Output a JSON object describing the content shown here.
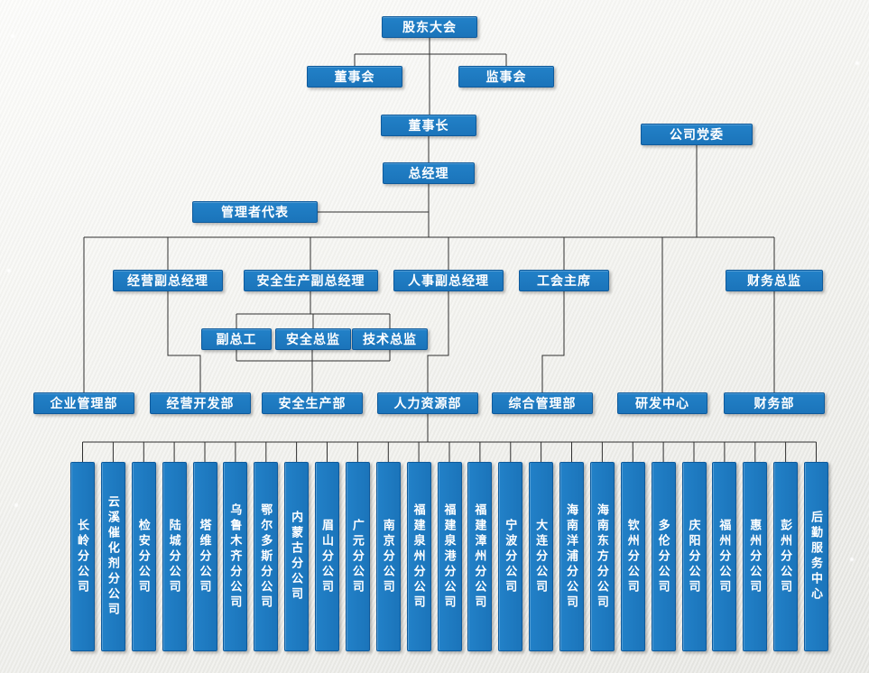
{
  "nodes": {
    "shareholders_meeting": "股东大会",
    "board_of_directors": "董事会",
    "supervisory_board": "监事会",
    "chairman": "董事长",
    "party_committee": "公司党委",
    "general_manager": "总经理",
    "management_representative": "管理者代表",
    "deputy_gm_operations": "经营副总经理",
    "deputy_gm_safety": "安全生产副总经理",
    "deputy_gm_hr": "人事副总经理",
    "union_chairman": "工会主席",
    "finance_director": "财务总监",
    "deputy_chief_engineer": "副总工",
    "safety_director": "安全总监",
    "technical_director": "技术总监",
    "enterprise_management_dept": "企业管理部",
    "business_development_dept": "经营开发部",
    "safety_production_dept": "安全生产部",
    "human_resources_dept": "人力资源部",
    "general_management_dept": "综合管理部",
    "rd_center": "研发中心",
    "finance_dept": "财务部"
  },
  "branches": [
    "长岭分公司",
    "云溪催化剂分公司",
    "检安分公司",
    "陆城分公司",
    "塔维分公司",
    "乌鲁木齐分公司",
    "鄂尔多斯分公司",
    "内蒙古分公司",
    "眉山分公司",
    "广元分公司",
    "南京分公司",
    "福建泉州分公司",
    "福建泉港分公司",
    "福建漳州分公司",
    "宁波分公司",
    "大连分公司",
    "海南洋浦分公司",
    "海南东方分公司",
    "钦州分公司",
    "多伦分公司",
    "庆阳分公司",
    "福州分公司",
    "惠州分公司",
    "彭州分公司",
    "后勤服务中心"
  ],
  "colors": {
    "box_fill": "#1b74ba",
    "box_fill_light": "#2281c8",
    "box_border": "#0e5a9c",
    "box_text": "#ffffff",
    "connector": "#2f2f2f"
  }
}
